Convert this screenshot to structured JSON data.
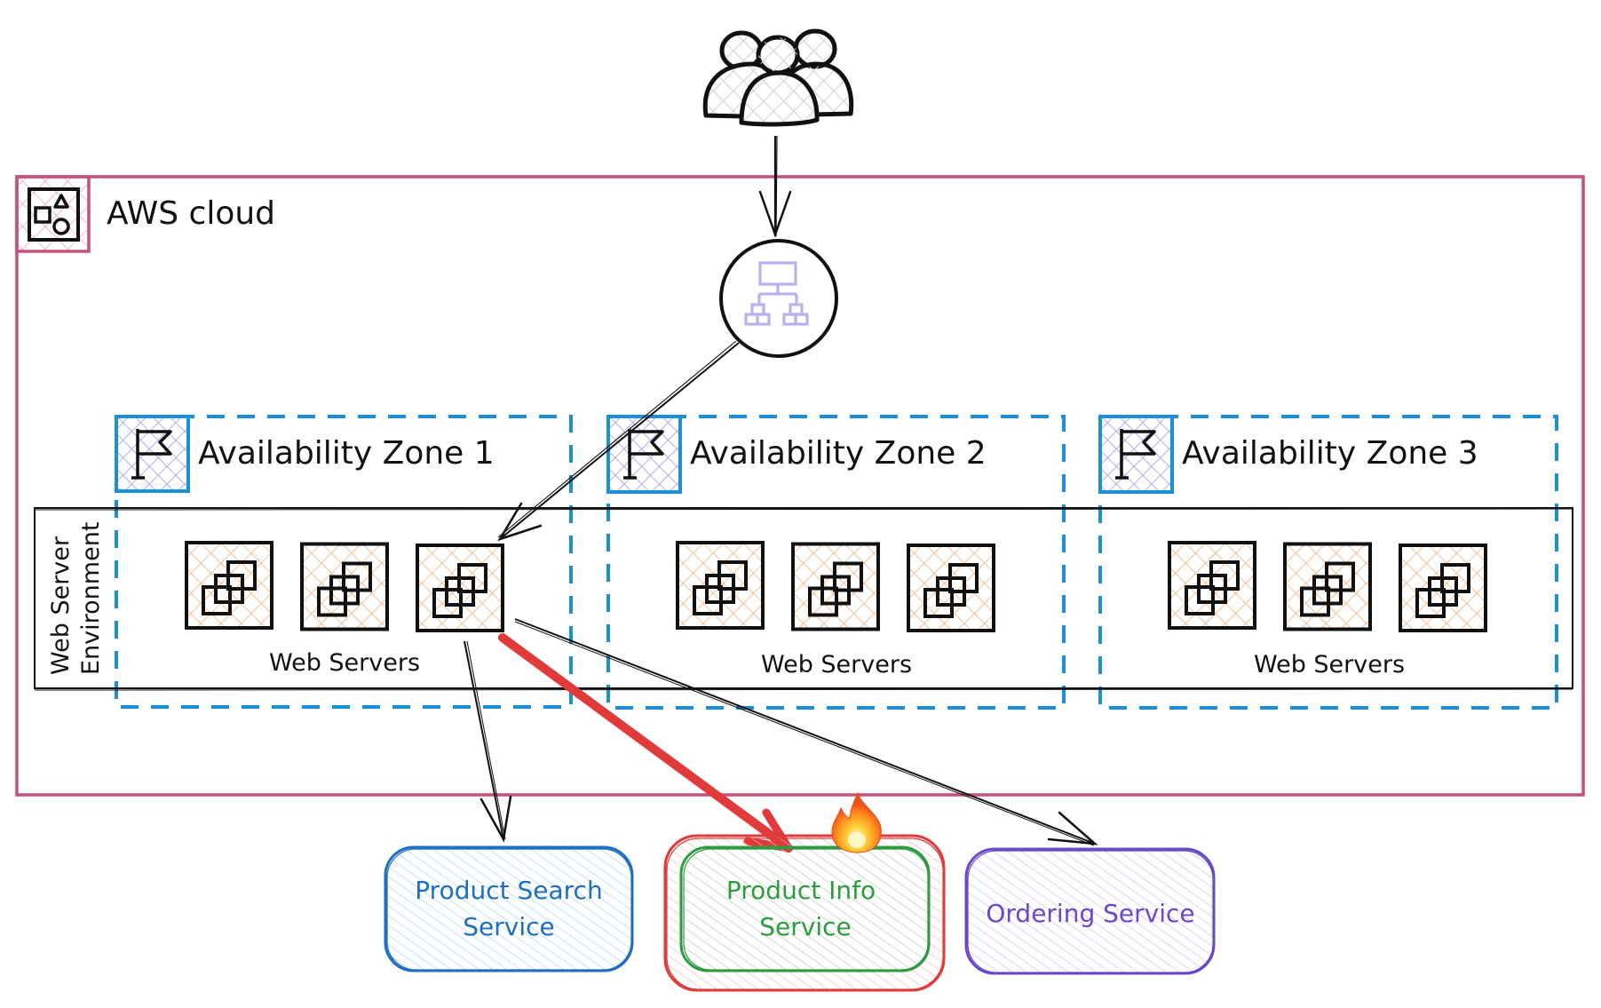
{
  "users": {
    "icon": "users-group-icon"
  },
  "load_balancer": {
    "icon": "load-balancer-icon",
    "icon_color": "#b8b2ec"
  },
  "aws_cloud": {
    "label": "AWS cloud",
    "icon": "aws-cloud-shapes-icon",
    "border_color": "#c74f7d"
  },
  "environment": {
    "label_line1": "Web Server",
    "label_line2": "Environment"
  },
  "zones": [
    {
      "label": "Availability Zone 1",
      "servers_label": "Web Servers",
      "server_count": 3
    },
    {
      "label": "Availability Zone 2",
      "servers_label": "Web Servers",
      "server_count": 3
    },
    {
      "label": "Availability Zone 3",
      "servers_label": "Web Servers",
      "server_count": 3
    }
  ],
  "zone_style": {
    "border_color": "#1b8fd8",
    "flag_fill": "#9b9be0",
    "server_hatch": "#f0a866"
  },
  "services": [
    {
      "line1": "Product Search",
      "line2": "Service",
      "color": "#1e6fbf",
      "status": "normal"
    },
    {
      "line1": "Product Info",
      "line2": "Service",
      "color": "#2e9a43",
      "status": "on-fire",
      "alert_color": "#e03a3a",
      "alert_icon": "fire-icon"
    },
    {
      "line1": "Ordering Service",
      "line2": "",
      "color": "#6a48c9",
      "status": "normal"
    }
  ],
  "connections": [
    {
      "from": "users",
      "to": "load_balancer",
      "style": "normal"
    },
    {
      "from": "load_balancer",
      "to": "zone1-server3",
      "style": "normal"
    },
    {
      "from": "zone1-server3",
      "to": "Product Search Service",
      "style": "normal"
    },
    {
      "from": "zone1-server3",
      "to": "Product Info Service",
      "style": "highlight",
      "color": "#e03a3a"
    },
    {
      "from": "zone1-server3",
      "to": "Ordering Service",
      "style": "normal"
    }
  ]
}
